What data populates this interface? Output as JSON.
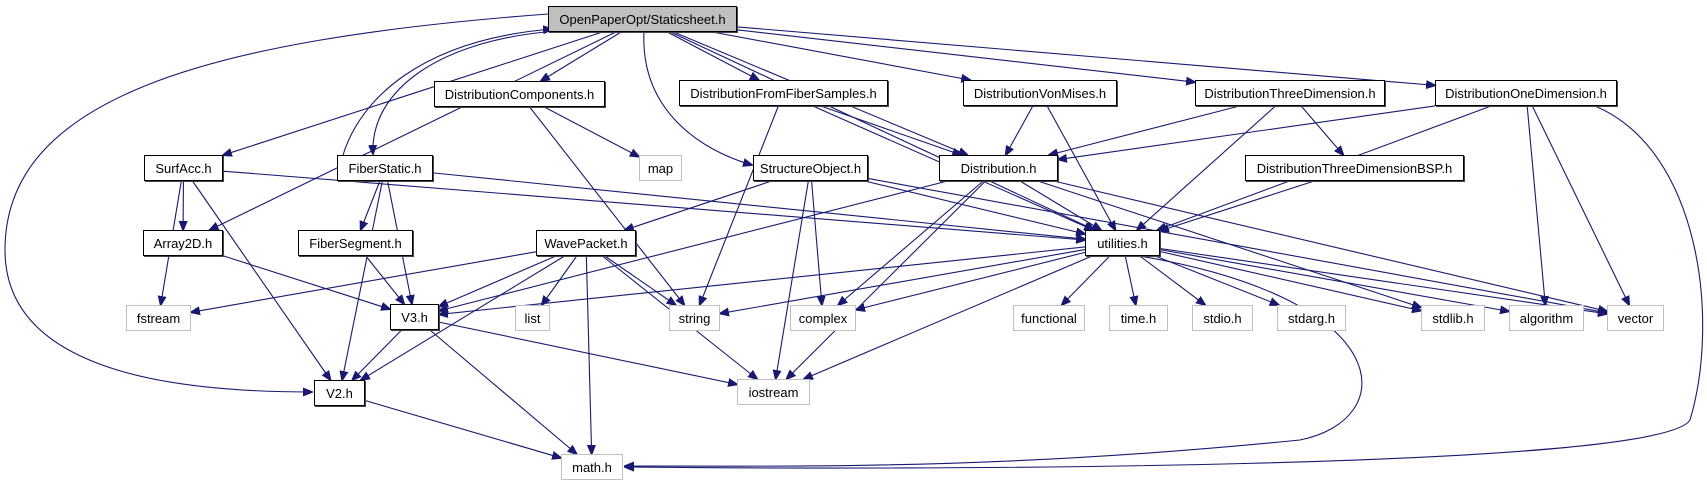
{
  "title": "OpenPaperOpt/Staticsheet.h",
  "colors": {
    "edge": "#191970",
    "root_fill": "#bfbfbf",
    "system_border": "#bfbfbf"
  },
  "nodes": [
    {
      "id": "root",
      "label": "OpenPaperOpt/Staticsheet.h",
      "kind": "root"
    },
    {
      "id": "DistributionComponents",
      "label": "DistributionComponents.h",
      "kind": "local"
    },
    {
      "id": "DistributionFromFiberSamples",
      "label": "DistributionFromFiberSamples.h",
      "kind": "local"
    },
    {
      "id": "DistributionVonMises",
      "label": "DistributionVonMises.h",
      "kind": "local"
    },
    {
      "id": "DistributionThreeDimension",
      "label": "DistributionThreeDimension.h",
      "kind": "local"
    },
    {
      "id": "DistributionOneDimension",
      "label": "DistributionOneDimension.h",
      "kind": "local"
    },
    {
      "id": "SurfAcc",
      "label": "SurfAcc.h",
      "kind": "local"
    },
    {
      "id": "FiberStatic",
      "label": "FiberStatic.h",
      "kind": "local"
    },
    {
      "id": "map",
      "label": "map",
      "kind": "system"
    },
    {
      "id": "StructureObject",
      "label": "StructureObject.h",
      "kind": "local"
    },
    {
      "id": "Distribution",
      "label": "Distribution.h",
      "kind": "local"
    },
    {
      "id": "DistributionThreeDimensionBSP",
      "label": "DistributionThreeDimensionBSP.h",
      "kind": "local"
    },
    {
      "id": "Array2D",
      "label": "Array2D.h",
      "kind": "local"
    },
    {
      "id": "FiberSegment",
      "label": "FiberSegment.h",
      "kind": "local"
    },
    {
      "id": "WavePacket",
      "label": "WavePacket.h",
      "kind": "local"
    },
    {
      "id": "utilities",
      "label": "utilities.h",
      "kind": "local"
    },
    {
      "id": "fstream",
      "label": "fstream",
      "kind": "system"
    },
    {
      "id": "V3",
      "label": "V3.h",
      "kind": "local"
    },
    {
      "id": "list",
      "label": "list",
      "kind": "system"
    },
    {
      "id": "string",
      "label": "string",
      "kind": "system"
    },
    {
      "id": "complex",
      "label": "complex",
      "kind": "system"
    },
    {
      "id": "functional",
      "label": "functional",
      "kind": "system"
    },
    {
      "id": "time",
      "label": "time.h",
      "kind": "system"
    },
    {
      "id": "stdio",
      "label": "stdio.h",
      "kind": "system"
    },
    {
      "id": "stdarg",
      "label": "stdarg.h",
      "kind": "system"
    },
    {
      "id": "stdlib",
      "label": "stdlib.h",
      "kind": "system"
    },
    {
      "id": "algorithm",
      "label": "algorithm",
      "kind": "system"
    },
    {
      "id": "vector",
      "label": "vector",
      "kind": "system"
    },
    {
      "id": "V2",
      "label": "V2.h",
      "kind": "local"
    },
    {
      "id": "iostream",
      "label": "iostream",
      "kind": "system"
    },
    {
      "id": "math",
      "label": "math.h",
      "kind": "system"
    }
  ],
  "edges": [
    [
      "root",
      "DistributionComponents"
    ],
    [
      "root",
      "DistributionFromFiberSamples"
    ],
    [
      "root",
      "DistributionVonMises"
    ],
    [
      "root",
      "DistributionThreeDimension"
    ],
    [
      "root",
      "DistributionOneDimension"
    ],
    [
      "root",
      "SurfAcc"
    ],
    [
      "root",
      "FiberStatic"
    ],
    [
      "root",
      "StructureObject"
    ],
    [
      "root",
      "Distribution"
    ],
    [
      "root",
      "Array2D"
    ],
    [
      "root",
      "utilities"
    ],
    [
      "root",
      "V2"
    ],
    [
      "FiberStatic",
      "root"
    ],
    [
      "DistributionComponents",
      "map"
    ],
    [
      "DistributionComponents",
      "string"
    ],
    [
      "DistributionFromFiberSamples",
      "Distribution"
    ],
    [
      "DistributionFromFiberSamples",
      "string"
    ],
    [
      "DistributionFromFiberSamples",
      "utilities"
    ],
    [
      "DistributionVonMises",
      "Distribution"
    ],
    [
      "DistributionVonMises",
      "utilities"
    ],
    [
      "DistributionThreeDimension",
      "Distribution"
    ],
    [
      "DistributionThreeDimension",
      "DistributionThreeDimensionBSP"
    ],
    [
      "DistributionThreeDimension",
      "utilities"
    ],
    [
      "DistributionOneDimension",
      "Distribution"
    ],
    [
      "DistributionOneDimension",
      "utilities"
    ],
    [
      "DistributionOneDimension",
      "algorithm"
    ],
    [
      "DistributionOneDimension",
      "vector"
    ],
    [
      "DistributionOneDimension",
      "math"
    ],
    [
      "SurfAcc",
      "Array2D"
    ],
    [
      "SurfAcc",
      "fstream"
    ],
    [
      "SurfAcc",
      "V2"
    ],
    [
      "SurfAcc",
      "utilities"
    ],
    [
      "FiberStatic",
      "FiberSegment"
    ],
    [
      "FiberStatic",
      "V3"
    ],
    [
      "FiberStatic",
      "V2"
    ],
    [
      "FiberStatic",
      "utilities"
    ],
    [
      "StructureObject",
      "WavePacket"
    ],
    [
      "StructureObject",
      "complex"
    ],
    [
      "StructureObject",
      "iostream"
    ],
    [
      "StructureObject",
      "utilities"
    ],
    [
      "StructureObject",
      "vector"
    ],
    [
      "Distribution",
      "V3"
    ],
    [
      "Distribution",
      "utilities"
    ],
    [
      "Distribution",
      "complex"
    ],
    [
      "Distribution",
      "iostream"
    ],
    [
      "Distribution",
      "stdlib"
    ],
    [
      "Distribution",
      "vector"
    ],
    [
      "DistributionThreeDimensionBSP",
      "utilities"
    ],
    [
      "Array2D",
      "V3"
    ],
    [
      "FiberSegment",
      "V3"
    ],
    [
      "WavePacket",
      "V3"
    ],
    [
      "WavePacket",
      "V2"
    ],
    [
      "WavePacket",
      "list"
    ],
    [
      "WavePacket",
      "string"
    ],
    [
      "WavePacket",
      "iostream"
    ],
    [
      "WavePacket",
      "math"
    ],
    [
      "WavePacket",
      "fstream"
    ],
    [
      "utilities",
      "V3"
    ],
    [
      "utilities",
      "string"
    ],
    [
      "utilities",
      "complex"
    ],
    [
      "utilities",
      "functional"
    ],
    [
      "utilities",
      "time"
    ],
    [
      "utilities",
      "stdio"
    ],
    [
      "utilities",
      "stdarg"
    ],
    [
      "utilities",
      "stdlib"
    ],
    [
      "utilities",
      "algorithm"
    ],
    [
      "utilities",
      "vector"
    ],
    [
      "utilities",
      "iostream"
    ],
    [
      "utilities",
      "math"
    ],
    [
      "V3",
      "V2"
    ],
    [
      "V3",
      "iostream"
    ],
    [
      "V3",
      "math"
    ],
    [
      "V2",
      "math"
    ]
  ]
}
